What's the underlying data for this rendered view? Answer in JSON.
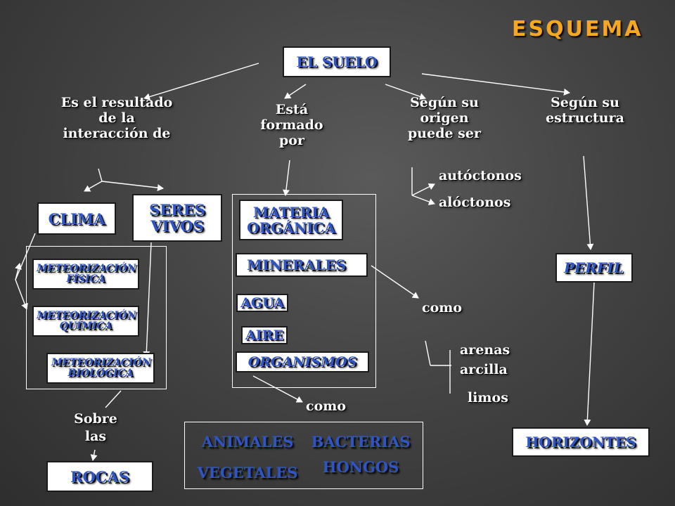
{
  "title": "ESQUEMA",
  "root": "EL SUELO",
  "branches": {
    "resultado": "Es el resultado de la interacción de",
    "formado": "Está formado por",
    "origen": "Según su origen puede ser",
    "estructura": "Según su estructura"
  },
  "interaccion": {
    "clima": "CLIMA",
    "seres_vivos": "SERES VIVOS",
    "meteorizacion_fisica": "METEORIZACIÓN FÍSICA",
    "meteorizacion_quimica": "METEORIZACIÓN QUÍMICA",
    "meteorizacion_biologica": "METEORIZACIÓN BIOLÓGICA",
    "sobre_las": "Sobre las",
    "rocas": "ROCAS"
  },
  "componentes": {
    "materia_organica": "MATERIA ORGÁNICA",
    "minerales": "MINERALES",
    "agua": "AGUA",
    "aire": "AIRE",
    "organismos": "ORGANISMOS",
    "como_1": "como",
    "como_2": "como",
    "animales": "ANIMALES",
    "bacterias": "BACTERIAS",
    "vegetales": "VEGETALES",
    "hongos": "HONGOS",
    "arenas": "arenas",
    "arcilla": "arcilla",
    "limos": "limos"
  },
  "origen_tipos": {
    "autoctonos": "autóctonos",
    "aloctonos": "alóctonos"
  },
  "estructura_items": {
    "perfil": "PERFIL",
    "horizontes": "HORIZONTES"
  },
  "colors": {
    "title": "#f5a623",
    "box_text": "#2f55c4",
    "label_text": "#ffffff",
    "lines": "#ffffff"
  }
}
